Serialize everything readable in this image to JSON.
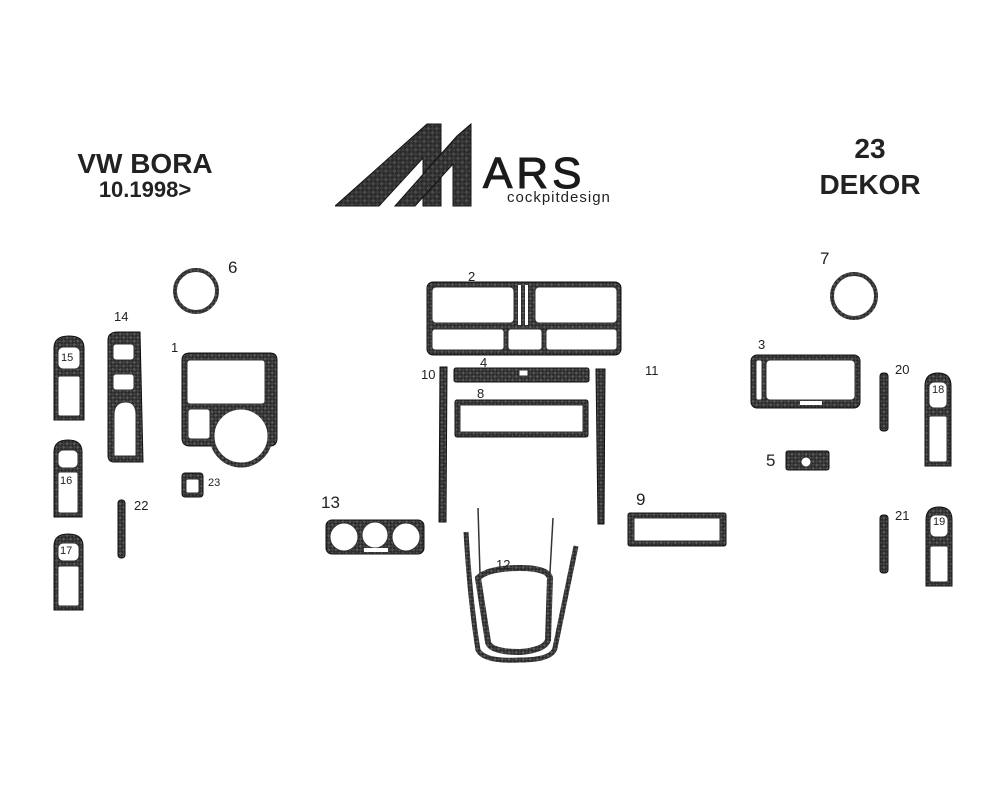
{
  "header": {
    "model": "VW BORA",
    "year": "10.1998>",
    "count": "23",
    "dekor": "DEKOR"
  },
  "logo": {
    "icon": "mars-m-logo-icon",
    "brand": "ARS",
    "tagline": "cockpitdesign"
  },
  "colors": {
    "carbon": "#2a2a2a",
    "carbon_light": "#5a5a5a",
    "outline": "#111111"
  },
  "parts": {
    "p1": "1",
    "p2": "2",
    "p3": "3",
    "p4": "4",
    "p5": "5",
    "p6": "6",
    "p7": "7",
    "p8": "8",
    "p9": "9",
    "p10": "10",
    "p11": "11",
    "p12": "12",
    "p13": "13",
    "p14": "14",
    "p15": "15",
    "p16": "16",
    "p17": "17",
    "p18": "18",
    "p19": "19",
    "p20": "20",
    "p21": "21",
    "p22": "22",
    "p23": "23"
  }
}
